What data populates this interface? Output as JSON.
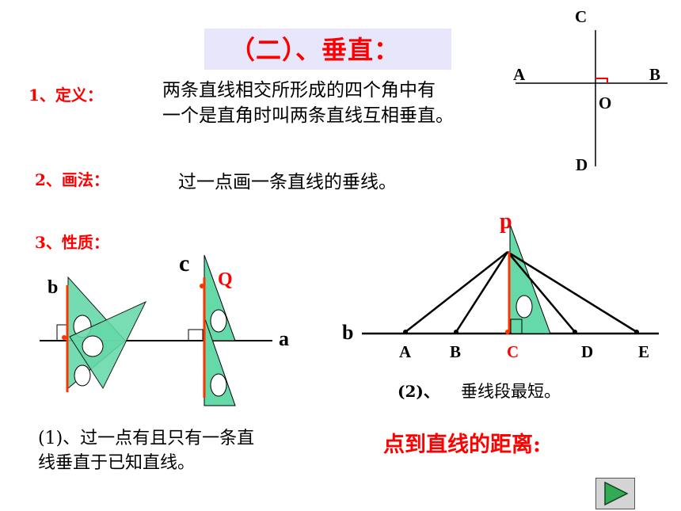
{
  "title": "（二）、垂直：",
  "definition": {
    "label": "1、定义：",
    "line1": "两条直线相交所形成的四个角中有",
    "line2": "一个是直角时叫两条直线互相垂直。"
  },
  "drawing": {
    "label": "2、画法：",
    "text": "过一点画一条直线的垂线。"
  },
  "property": {
    "label": "3、性质："
  },
  "top_diagram": {
    "A": "A",
    "B": "B",
    "C": "C",
    "D": "D",
    "O": "O"
  },
  "fig1": {
    "b": "b",
    "c": "c",
    "Q": "Q",
    "a": "a",
    "caption_line1": "(1)、过一点有且只有一条直",
    "caption_line2": "线垂直于已知直线。"
  },
  "fig2": {
    "p": "p",
    "b": "b",
    "points": [
      "A",
      "B",
      "C",
      "D",
      "E"
    ],
    "caption_prefix": "(2)、",
    "caption": "垂线段最短。"
  },
  "distance_heading": "点到直线的距离:",
  "colors": {
    "accent_red": "#ff0000",
    "title_bg": "#e8e6fb",
    "triangle_fill": "#66d9a8",
    "button_green": "#33aa55"
  },
  "icons": {
    "play": "play-icon"
  }
}
